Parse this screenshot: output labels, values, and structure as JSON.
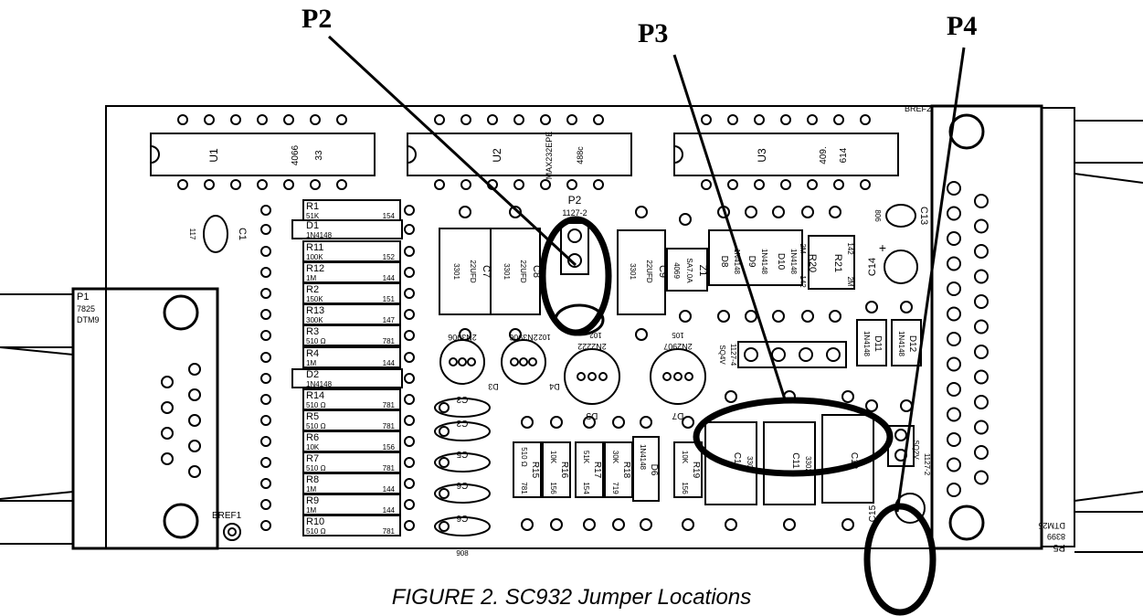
{
  "callouts": {
    "p2": "P2",
    "p3": "P3",
    "p4": "P4"
  },
  "caption": "FIGURE 2.  SC932 Jumper Locations",
  "connectors": {
    "p1": [
      "P1",
      "7825",
      "DTM9"
    ],
    "p5": [
      "P5",
      "8399",
      "DTM25"
    ]
  },
  "ics": {
    "u1": {
      "ref": "U1",
      "part": "4066",
      "code": "33"
    },
    "u2": {
      "ref": "U2",
      "part": "MAX232EPE",
      "code": "488c"
    },
    "u3": {
      "ref": "U3",
      "part": "409.",
      "code": "614"
    }
  },
  "jumpers": {
    "p2": {
      "ref": "P2",
      "part": "1127-2"
    },
    "p3": {
      "ref": "1127-4",
      "code": "SQ4V"
    },
    "p4": {
      "ref": "1127-2",
      "code": "SQ2V"
    }
  },
  "bref": {
    "bref1": "BREF1",
    "bref2": "BREF2"
  },
  "resistor_rows": [
    {
      "ref": "R1",
      "val": "51K",
      "code": "154"
    },
    {
      "ref": "D1",
      "val": "1N4148",
      "code": ""
    },
    {
      "ref": "R11",
      "val": "100K",
      "code": "152"
    },
    {
      "ref": "R12",
      "val": "1M",
      "code": "144"
    },
    {
      "ref": "R2",
      "val": "150K",
      "code": "151"
    },
    {
      "ref": "R13",
      "val": "300K",
      "code": "147"
    },
    {
      "ref": "R3",
      "val": "510 Ω",
      "code": "781"
    },
    {
      "ref": "R4",
      "val": "1M",
      "code": "144"
    },
    {
      "ref": "D2",
      "val": "1N4148",
      "code": ""
    },
    {
      "ref": "R14",
      "val": "510 Ω",
      "code": "781"
    },
    {
      "ref": "R5",
      "val": "510 Ω",
      "code": "781"
    },
    {
      "ref": "R6",
      "val": "10K",
      "code": "156"
    },
    {
      "ref": "R7",
      "val": "510 Ω",
      "code": "781"
    },
    {
      "ref": "R8",
      "val": "1M",
      "code": "144"
    },
    {
      "ref": "R9",
      "val": "1M",
      "code": "144"
    },
    {
      "ref": "R10",
      "val": "510 Ω",
      "code": "781"
    }
  ],
  "capacitors": {
    "c1": {
      "ref": "C1",
      "code": "117"
    },
    "c7": {
      "ref": "C7",
      "val": "22UFD",
      "code": "3301"
    },
    "c8": {
      "ref": "C8",
      "val": "22UFD",
      "code": "3301"
    },
    "c9": {
      "ref": "C9",
      "val": "22UFD",
      "code": "3301"
    },
    "c13": {
      "ref": "C13",
      "code": "806"
    },
    "c14": {
      "ref": "C14"
    },
    "c10": {
      "ref": "C10",
      "code": "3302"
    },
    "c11": {
      "ref": "C11",
      "code": "3302"
    },
    "c12": {
      "ref": "C12"
    },
    "c15": {
      "ref": "C15"
    }
  },
  "small_caps": [
    "C3",
    "C3",
    "C5",
    "C6",
    "C6"
  ],
  "small_caps_code": "908",
  "transistors": {
    "q1": {
      "ref": "2N3906"
    },
    "q2": {
      "ref": "2N3906",
      "code": "102"
    },
    "q3": {
      "ref": "2N2222",
      "code": "102"
    },
    "q4": {
      "ref": "2N2907",
      "code": "105"
    },
    "d3": "D3",
    "d4": "D4",
    "d5": "D5",
    "d7": "D7"
  },
  "zener": {
    "ref": "Z1",
    "part": "SA7.0A",
    "code": "4069"
  },
  "diodes_right": {
    "d8": {
      "ref": "D8",
      "val": "1N4148"
    },
    "d9": {
      "ref": "D9",
      "val": "1N4148"
    },
    "d10": {
      "ref": "D10",
      "val": "1N4148"
    },
    "r20": {
      "ref": "R20",
      "val": "2M",
      "code": "142"
    },
    "r21": {
      "ref": "R21",
      "val": "2M",
      "code": "142"
    },
    "d11": {
      "ref": "D11",
      "val": "1N4148"
    },
    "d12": {
      "ref": "D12",
      "val": "1N4148"
    }
  },
  "bottom_parts": {
    "r15": {
      "ref": "R15",
      "val": "510 Ω",
      "code": "781"
    },
    "r16": {
      "ref": "R16",
      "val": "10K",
      "code": "156"
    },
    "r17": {
      "ref": "R17",
      "val": "51K",
      "code": "154"
    },
    "r18": {
      "ref": "R18",
      "val": "30K",
      "code": "719"
    },
    "d6": {
      "ref": "D6",
      "val": "1N4148"
    },
    "r19": {
      "ref": "R19",
      "val": "10K",
      "code": "156"
    }
  }
}
